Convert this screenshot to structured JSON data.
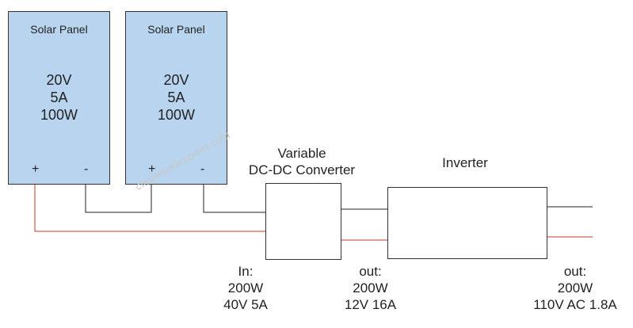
{
  "panels": [
    {
      "title": "Solar Panel",
      "voltage": "20V",
      "current": "5A",
      "power": "100W",
      "plus": "+",
      "minus": "-"
    },
    {
      "title": "Solar Panel",
      "voltage": "20V",
      "current": "5A",
      "power": "100W",
      "plus": "+",
      "minus": "-"
    }
  ],
  "converter": {
    "line1": "Variable",
    "line2": "DC-DC Converter"
  },
  "inverter": {
    "label": "Inverter"
  },
  "specs": {
    "input": {
      "line1": "In:",
      "line2": "200W",
      "line3": "40V 5A"
    },
    "converter_out": {
      "line1": "out:",
      "line2": "200W",
      "line3": "12V 16A"
    },
    "inverter_out": {
      "line1": "out:",
      "line2": "200W",
      "line3": "110V AC 1.8A"
    }
  },
  "watermark": "cleversolarpower.com",
  "colors": {
    "panel_fill": "#b8d4ee",
    "wire_black": "#222222",
    "wire_red": "#c0392b"
  }
}
